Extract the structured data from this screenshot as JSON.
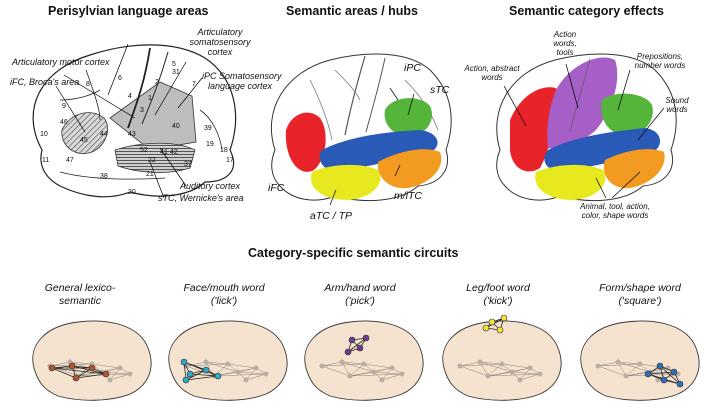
{
  "panel_titles": {
    "perisylvian": "Perisylvian language areas",
    "hubs": "Semantic areas / hubs",
    "category_effects": "Semantic category effects",
    "circuits": "Category-specific semantic circuits"
  },
  "perisylvian_labels": {
    "motor": "Articulatory motor cortex",
    "ifc": "iFC, Broca's area",
    "somato_line1": "Articulatory",
    "somato_line2": "somatosensory",
    "somato_line3": "cortex",
    "ipc_line1": "iPC Somatosensory",
    "ipc_line2": "language cortex",
    "auditory": "Auditory cortex",
    "wernicke": "sTC, Wernicke's area"
  },
  "brodmann_numbers": [
    "1",
    "2",
    "3",
    "4",
    "5",
    "6",
    "7",
    "8",
    "9",
    "10",
    "11",
    "17",
    "18",
    "19",
    "20",
    "21",
    "22",
    "37",
    "38",
    "39",
    "40",
    "41",
    "42",
    "43",
    "44",
    "45",
    "46",
    "47",
    "52",
    "31"
  ],
  "hub_labels": {
    "ipc": "iPC",
    "stc": "sTC",
    "ifc": "iFC",
    "mitc": "m/iTC",
    "atc": "aTC / TP"
  },
  "category_labels": {
    "action_abstract": [
      "Action, abstract",
      "words"
    ],
    "action_tools": [
      "Action",
      "words,",
      "tools"
    ],
    "prepositions": [
      "Prepositions,",
      "number words"
    ],
    "sound": [
      "Sound",
      "words"
    ],
    "animal": [
      "Animal, tool, action,",
      "color, shape words"
    ]
  },
  "circuits": [
    {
      "line1": "General lexico-",
      "line2": "semantic",
      "node_color": "#b5532f"
    },
    {
      "line1": "Face/mouth word",
      "line2": "('lick')",
      "node_color": "#2fa7c8"
    },
    {
      "line1": "Arm/hand word",
      "line2": "('pick')",
      "node_color": "#6a3d8f"
    },
    {
      "line1": "Leg/foot word",
      "line2": "('kick')",
      "node_color": "#f0e23a"
    },
    {
      "line1": "Form/shape word",
      "line2": "('square')",
      "node_color": "#2d6fb8"
    }
  ],
  "colors": {
    "red": "#e8242a",
    "blue": "#2a5ab8",
    "green": "#55b43a",
    "orange": "#f39a20",
    "yellow": "#e8e81e",
    "purple": "#a55fc6",
    "brain_fill": "#f6e3cf",
    "gray_node": "#b9aea4"
  }
}
